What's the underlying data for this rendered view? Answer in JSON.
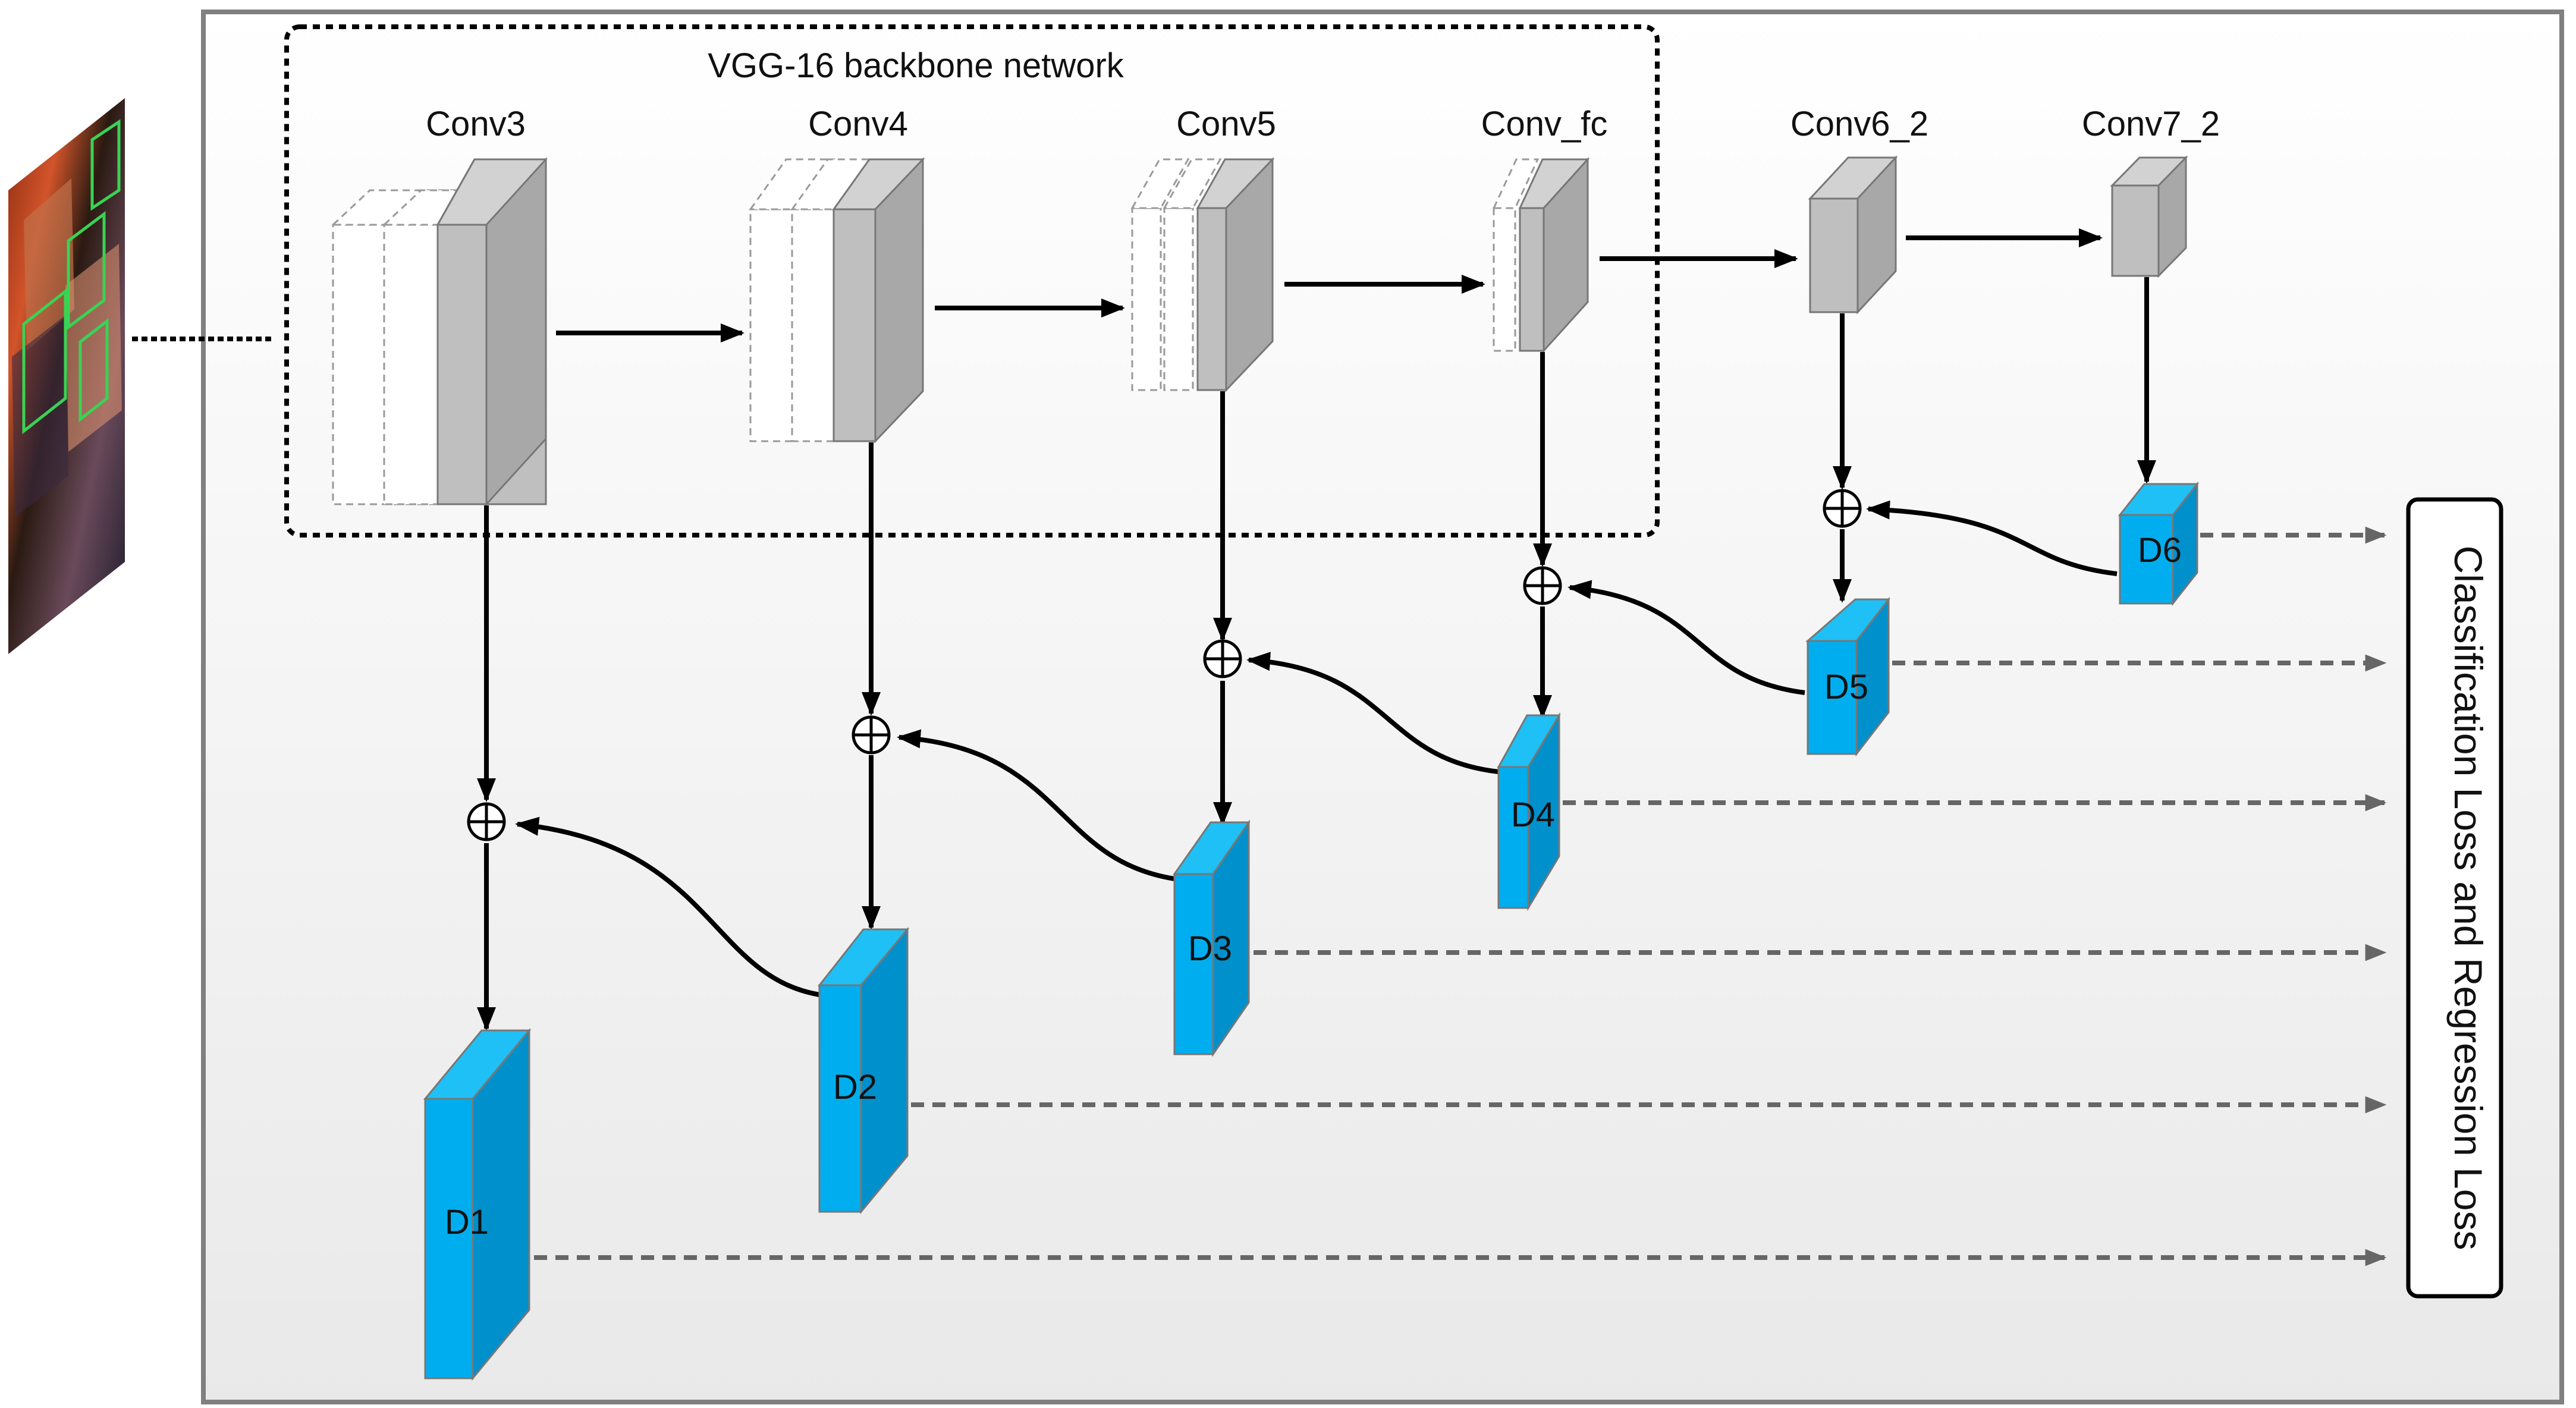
{
  "backbone_label": "VGG-16 backbone network",
  "layers": {
    "conv3": "Conv3",
    "conv4": "Conv4",
    "conv5": "Conv5",
    "conv_fc": "Conv_fc",
    "conv6_2": "Conv6_2",
    "conv7_2": "Conv7_2"
  },
  "detectors": {
    "d1": "D1",
    "d2": "D2",
    "d3": "D3",
    "d4": "D4",
    "d5": "D5",
    "d6": "D6"
  },
  "loss_label": "Classification Loss and Regression Loss",
  "colors": {
    "detector_fill": "#00aeef",
    "detector_side": "#0090cc",
    "detector_top": "#1fc0f5",
    "conv_front": "#bfbfbf",
    "conv_side": "#a8a8a8",
    "conv_top": "#d2d2d2",
    "panel_top": "#ffffff",
    "panel_bottom": "#e9e9e9",
    "face_box": "#39d353"
  },
  "icons": {
    "merge": "circled-plus-icon",
    "input": "input-image-icon"
  }
}
